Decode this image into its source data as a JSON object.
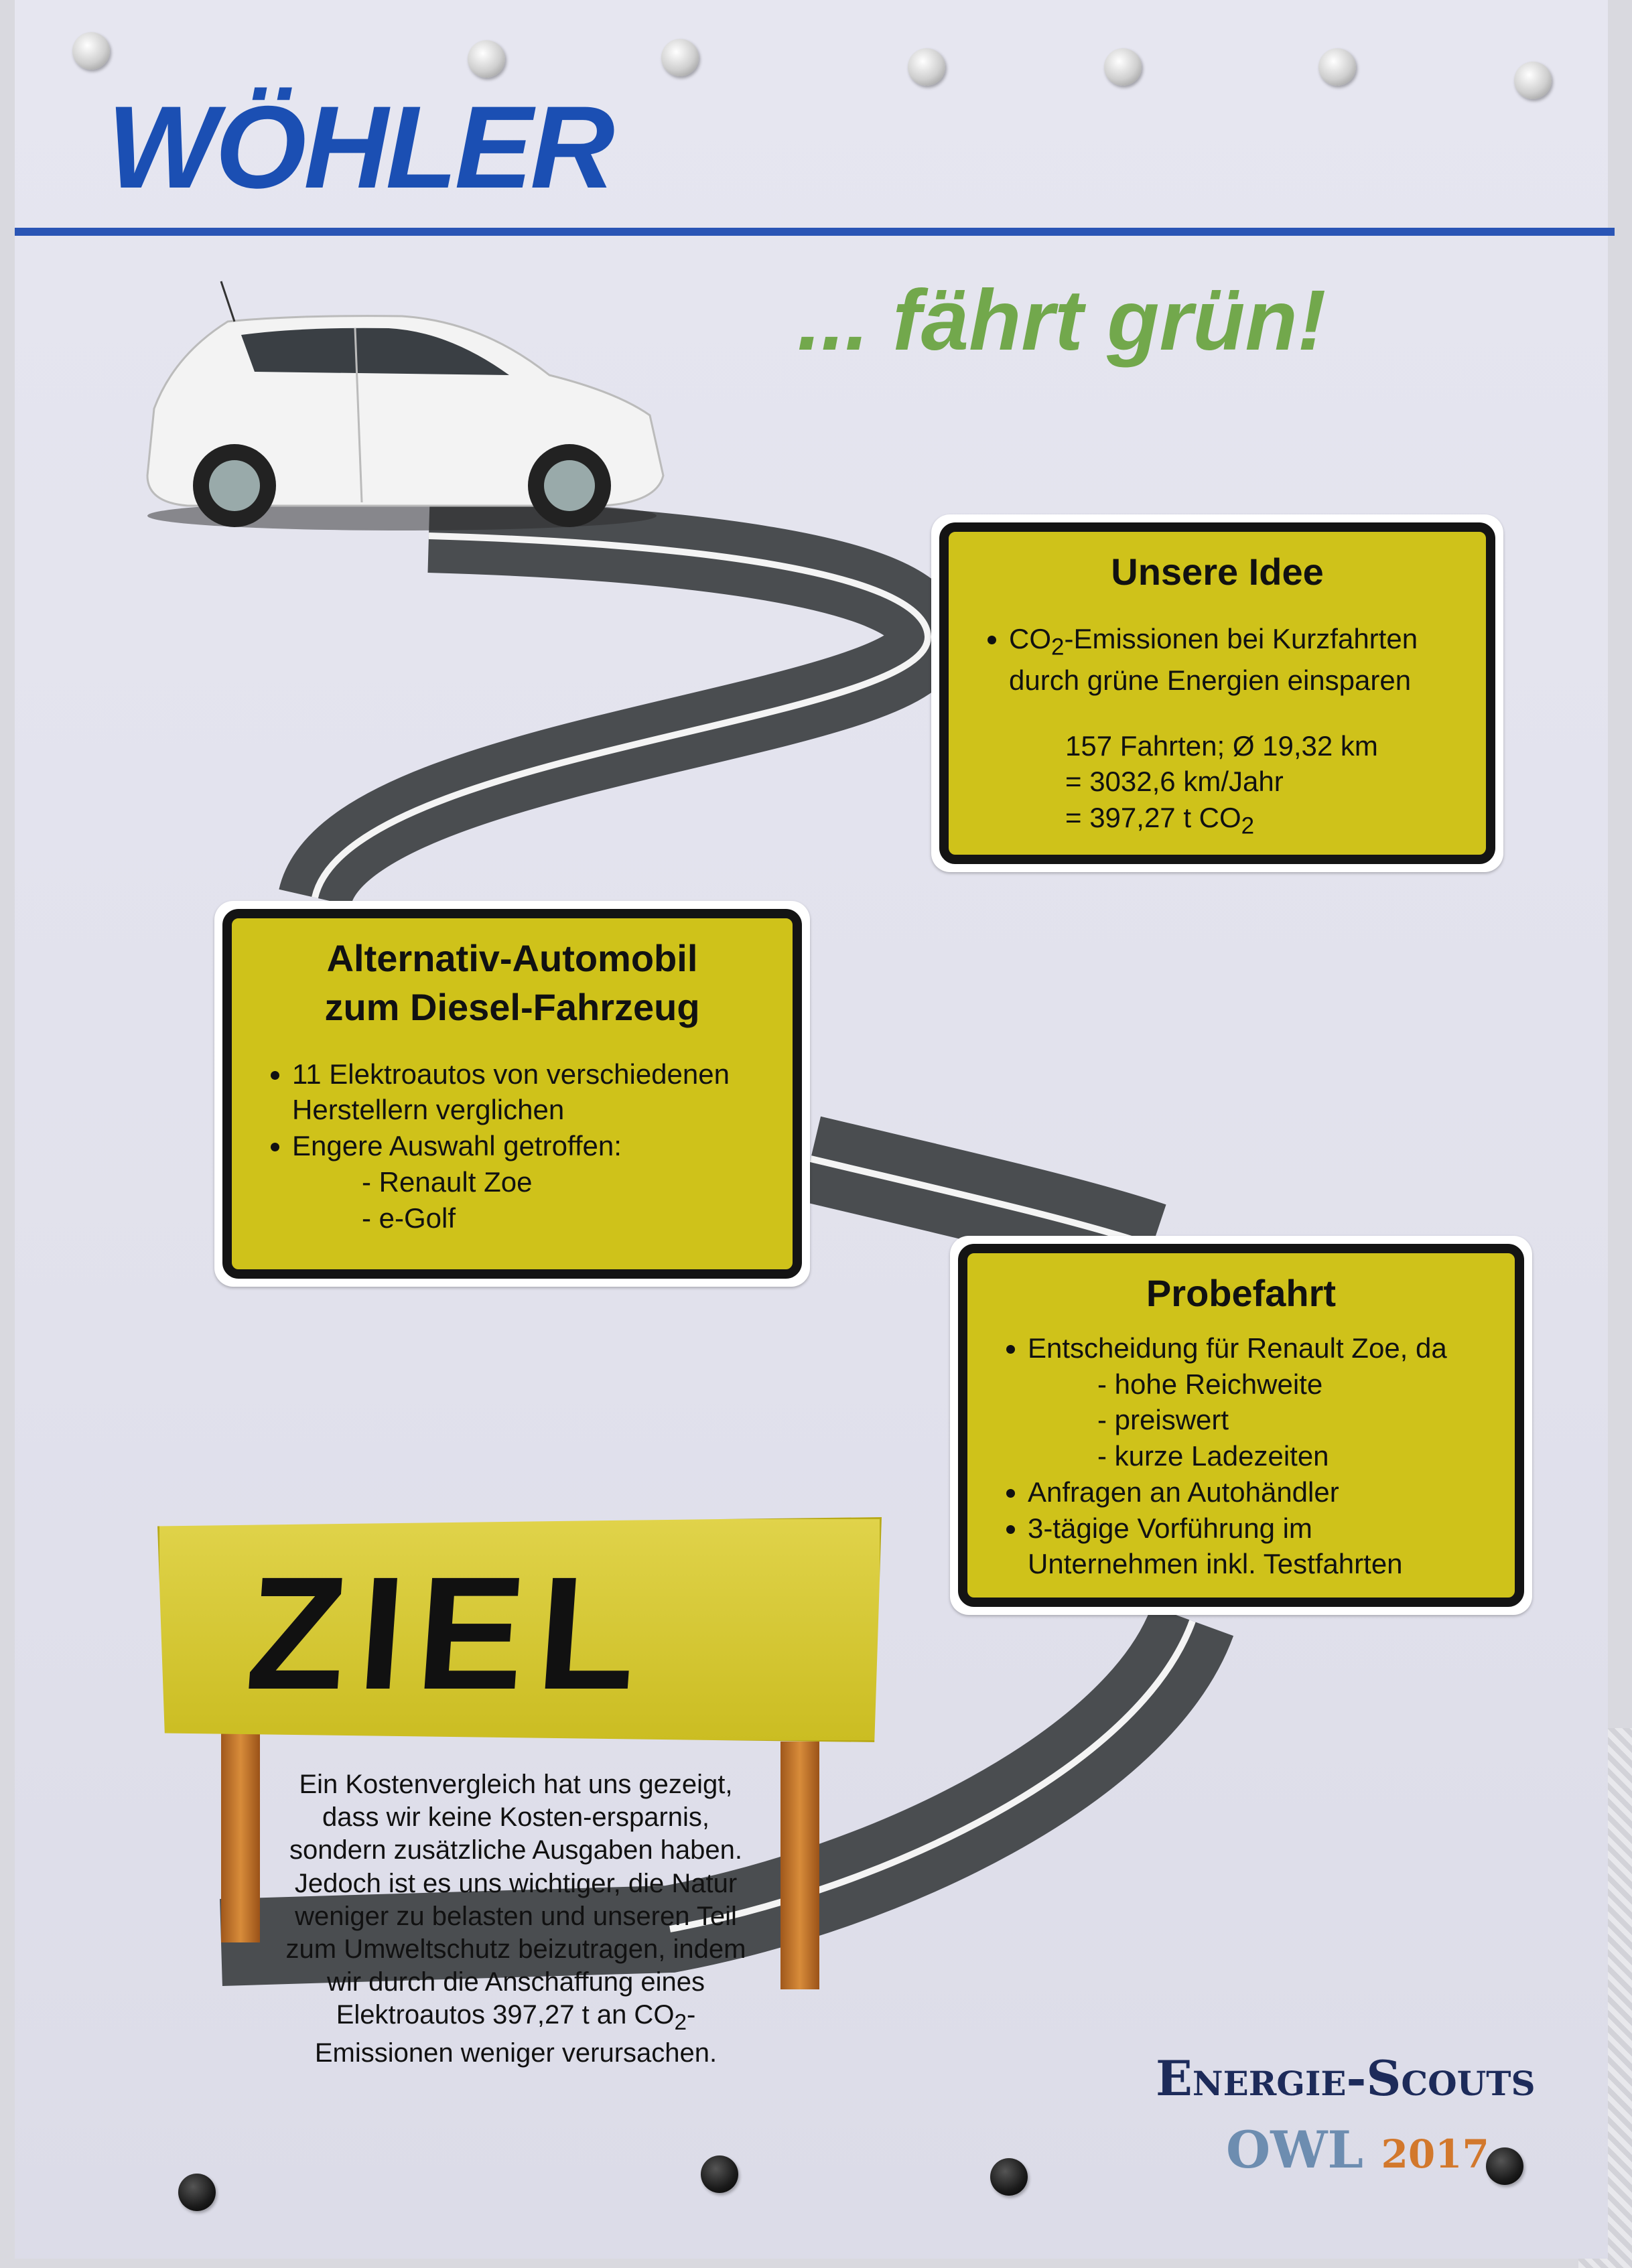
{
  "header": {
    "logo": "WÖHLER",
    "slogan": "... fährt grün!"
  },
  "signs": {
    "idea": {
      "title": "Unsere Idee",
      "bullet_pre": "CO",
      "bullet_sub": "2",
      "bullet_post": "-Emissionen bei Kurzfahrten durch grüne Energien einsparen",
      "calc_line1": "157 Fahrten; Ø 19,32 km",
      "calc_line2": "= 3032,6 km/Jahr",
      "calc_line3_pre": "= 397,27 t CO",
      "calc_line3_sub": "2"
    },
    "alternative": {
      "title_line1": "Alternativ-Automobil",
      "title_line2": "zum Diesel-Fahrzeug",
      "bullets": [
        "11 Elektroautos von verschiedenen Herstellern verglichen",
        "Engere Auswahl getroffen:"
      ],
      "subitems": [
        "- Renault Zoe",
        "- e-Golf"
      ]
    },
    "test_drive": {
      "title": "Probefahrt",
      "bullet1": "Entscheidung für Renault Zoe, da",
      "subitems": [
        "- hohe Reichweite",
        "- preiswert",
        "- kurze Ladezeiten"
      ],
      "bullets": [
        "Anfragen an Autohändler",
        "3-tägige Vorführung im Unternehmen inkl. Testfahrten"
      ]
    }
  },
  "goal": {
    "label": "ZIEL",
    "text_pre": "Ein Kostenvergleich hat uns gezeigt, dass wir keine Kosten-ersparnis, sondern zusätzliche Ausgaben haben. Jedoch ist es uns wichtiger, die Natur weniger zu belasten und unseren Teil zum Umweltschutz beizutragen, indem wir durch die Anschaffung eines Elektroautos 397,27 t an CO",
    "text_sub": "2",
    "text_post": "-Emissionen weniger verursachen."
  },
  "footer": {
    "scouts": "Energie-Scouts",
    "owl": "OWL",
    "year": "2017"
  },
  "colors": {
    "brand_blue": "#1b4fb3",
    "green": "#72a84c",
    "sign_yellow": "#cfc21a"
  }
}
